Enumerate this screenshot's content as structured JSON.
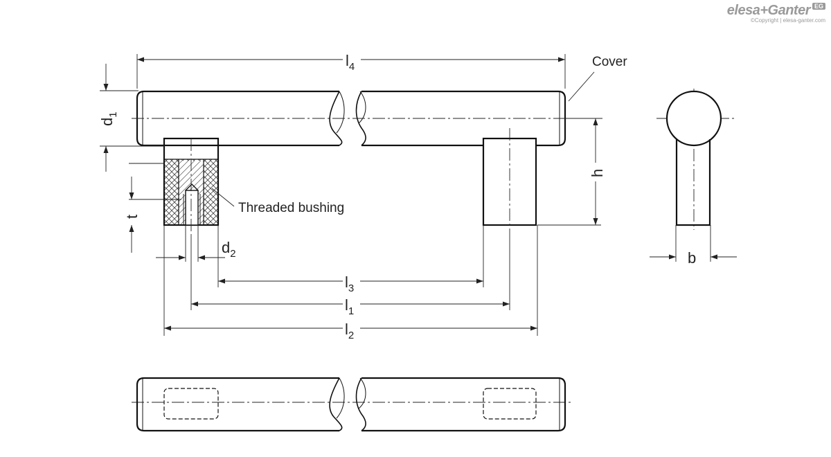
{
  "logo": {
    "brand": "elesa+Ganter",
    "badge": "EG",
    "copyright": "©Copyright | elesa-ganter.com"
  },
  "labels": {
    "cover": "Cover",
    "threaded_bushing": "Threaded bushing"
  },
  "dimensions": {
    "l4": {
      "main": "l",
      "sub": "4"
    },
    "l3": {
      "main": "l",
      "sub": "3"
    },
    "l1": {
      "main": "l",
      "sub": "1"
    },
    "l2": {
      "main": "l",
      "sub": "2"
    },
    "d1": {
      "main": "d",
      "sub": "1"
    },
    "d2": {
      "main": "d",
      "sub": "2"
    },
    "h": {
      "main": "h"
    },
    "t": {
      "main": "t"
    },
    "b": {
      "main": "b"
    }
  }
}
